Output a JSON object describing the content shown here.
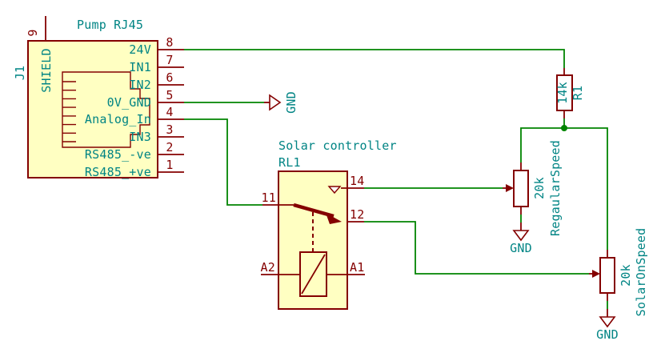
{
  "diagram": {
    "kind": "schematic",
    "colors": {
      "symbol_outline": "#840000",
      "symbol_fill": "#FFFFC2",
      "wire_green": "#008400",
      "field_text_teal": "#008484",
      "background": "#FFFFFF"
    },
    "connector": {
      "title": "Pump RJ45",
      "reference": "J1",
      "shield": {
        "number": "9",
        "name": "SHIELD"
      },
      "pins": [
        {
          "number": "8",
          "name": "24V"
        },
        {
          "number": "7",
          "name": "IN1"
        },
        {
          "number": "6",
          "name": "IN2"
        },
        {
          "number": "5",
          "name": "0V_GND"
        },
        {
          "number": "4",
          "name": "Analog_In"
        },
        {
          "number": "3",
          "name": "IN3"
        },
        {
          "number": "2",
          "name": "RS485_-ve"
        },
        {
          "number": "1",
          "name": "RS485_+ve"
        }
      ]
    },
    "relay": {
      "title": "Solar controller",
      "reference": "RL1",
      "pin_14": "14",
      "pin_11": "11",
      "pin_12": "12",
      "pin_a2": "A2",
      "pin_a1": "A1"
    },
    "resistor_r1": {
      "value": "14k",
      "reference": "R1"
    },
    "pot_regular": {
      "value": "20k",
      "name": "RegaularSpeed",
      "gnd_label": "GND"
    },
    "pot_solar": {
      "value": "20k",
      "name": "SolarOnSpeed",
      "gnd_label": "GND"
    },
    "gnd_pin5": {
      "label": "GND"
    }
  }
}
